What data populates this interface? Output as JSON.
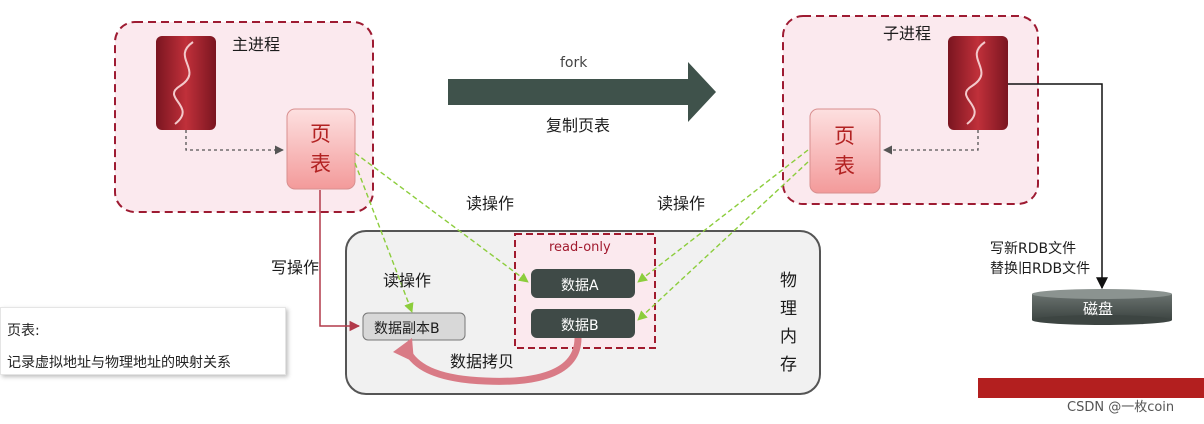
{
  "parent_process": {
    "label": "主进程",
    "page_table": [
      "页",
      "表"
    ]
  },
  "child_process": {
    "label": "子进程",
    "page_table": [
      "页",
      "表"
    ]
  },
  "fork": {
    "label": "fork",
    "caption": "复制页表"
  },
  "operations": {
    "read_left": "读操作",
    "read_right": "读操作",
    "read_inner": "读操作",
    "write": "写操作",
    "copy": "数据拷贝"
  },
  "memory": {
    "label_chars": [
      "物",
      "理",
      "内",
      "存"
    ],
    "read_only_label": "read-only",
    "data_a": "数据A",
    "data_b": "数据B",
    "data_b_copy": "数据副本B"
  },
  "rdb": {
    "line1": "写新RDB文件",
    "line2": "替换旧RDB文件"
  },
  "disk": {
    "label": "磁盘"
  },
  "note": {
    "title": "页表:",
    "body": "记录虚拟地址与物理地址的映射关系"
  },
  "watermark": {
    "csdn": "CSDN @一枚coin"
  },
  "colors": {
    "dashed_border": "#9e1b32",
    "process_fill": "#fbe9ee",
    "arrow_fill": "#3f524b",
    "read_only_border": "#a11a2e",
    "data_box": "#3f4a47",
    "page_table_fill": "#f6b7b7",
    "green_dash": "#8ccd3c",
    "write_line": "#b23a4a"
  }
}
